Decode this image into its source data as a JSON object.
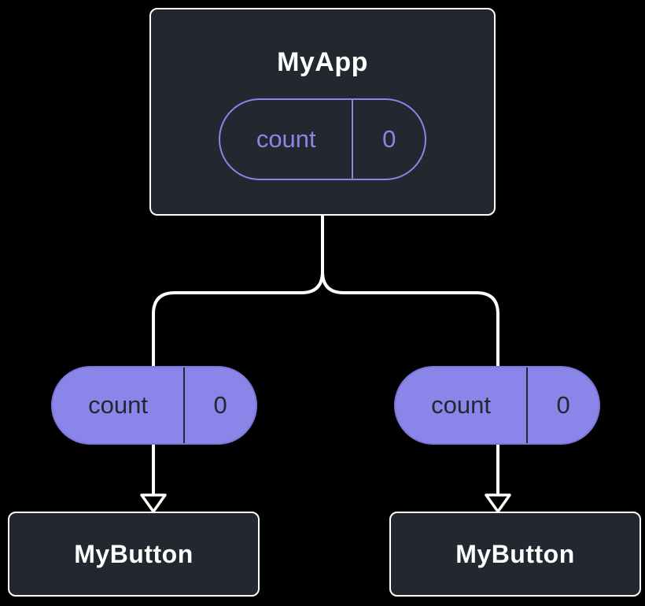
{
  "diagram": {
    "root": {
      "title": "MyApp",
      "state_pill": {
        "label": "count",
        "value": "0"
      }
    },
    "left_branch": {
      "prop_pill": {
        "label": "count",
        "value": "0"
      },
      "child": {
        "title": "MyButton"
      }
    },
    "right_branch": {
      "prop_pill": {
        "label": "count",
        "value": "0"
      },
      "child": {
        "title": "MyButton"
      }
    },
    "colors": {
      "background": "#000000",
      "node_fill": "#23272f",
      "node_border": "#ffffff",
      "node_text": "#ffffff",
      "accent_purple": "#8a85e8",
      "accent_border": "#7d76db",
      "pill_dark_text": "#23272f",
      "connector": "#ffffff"
    }
  }
}
